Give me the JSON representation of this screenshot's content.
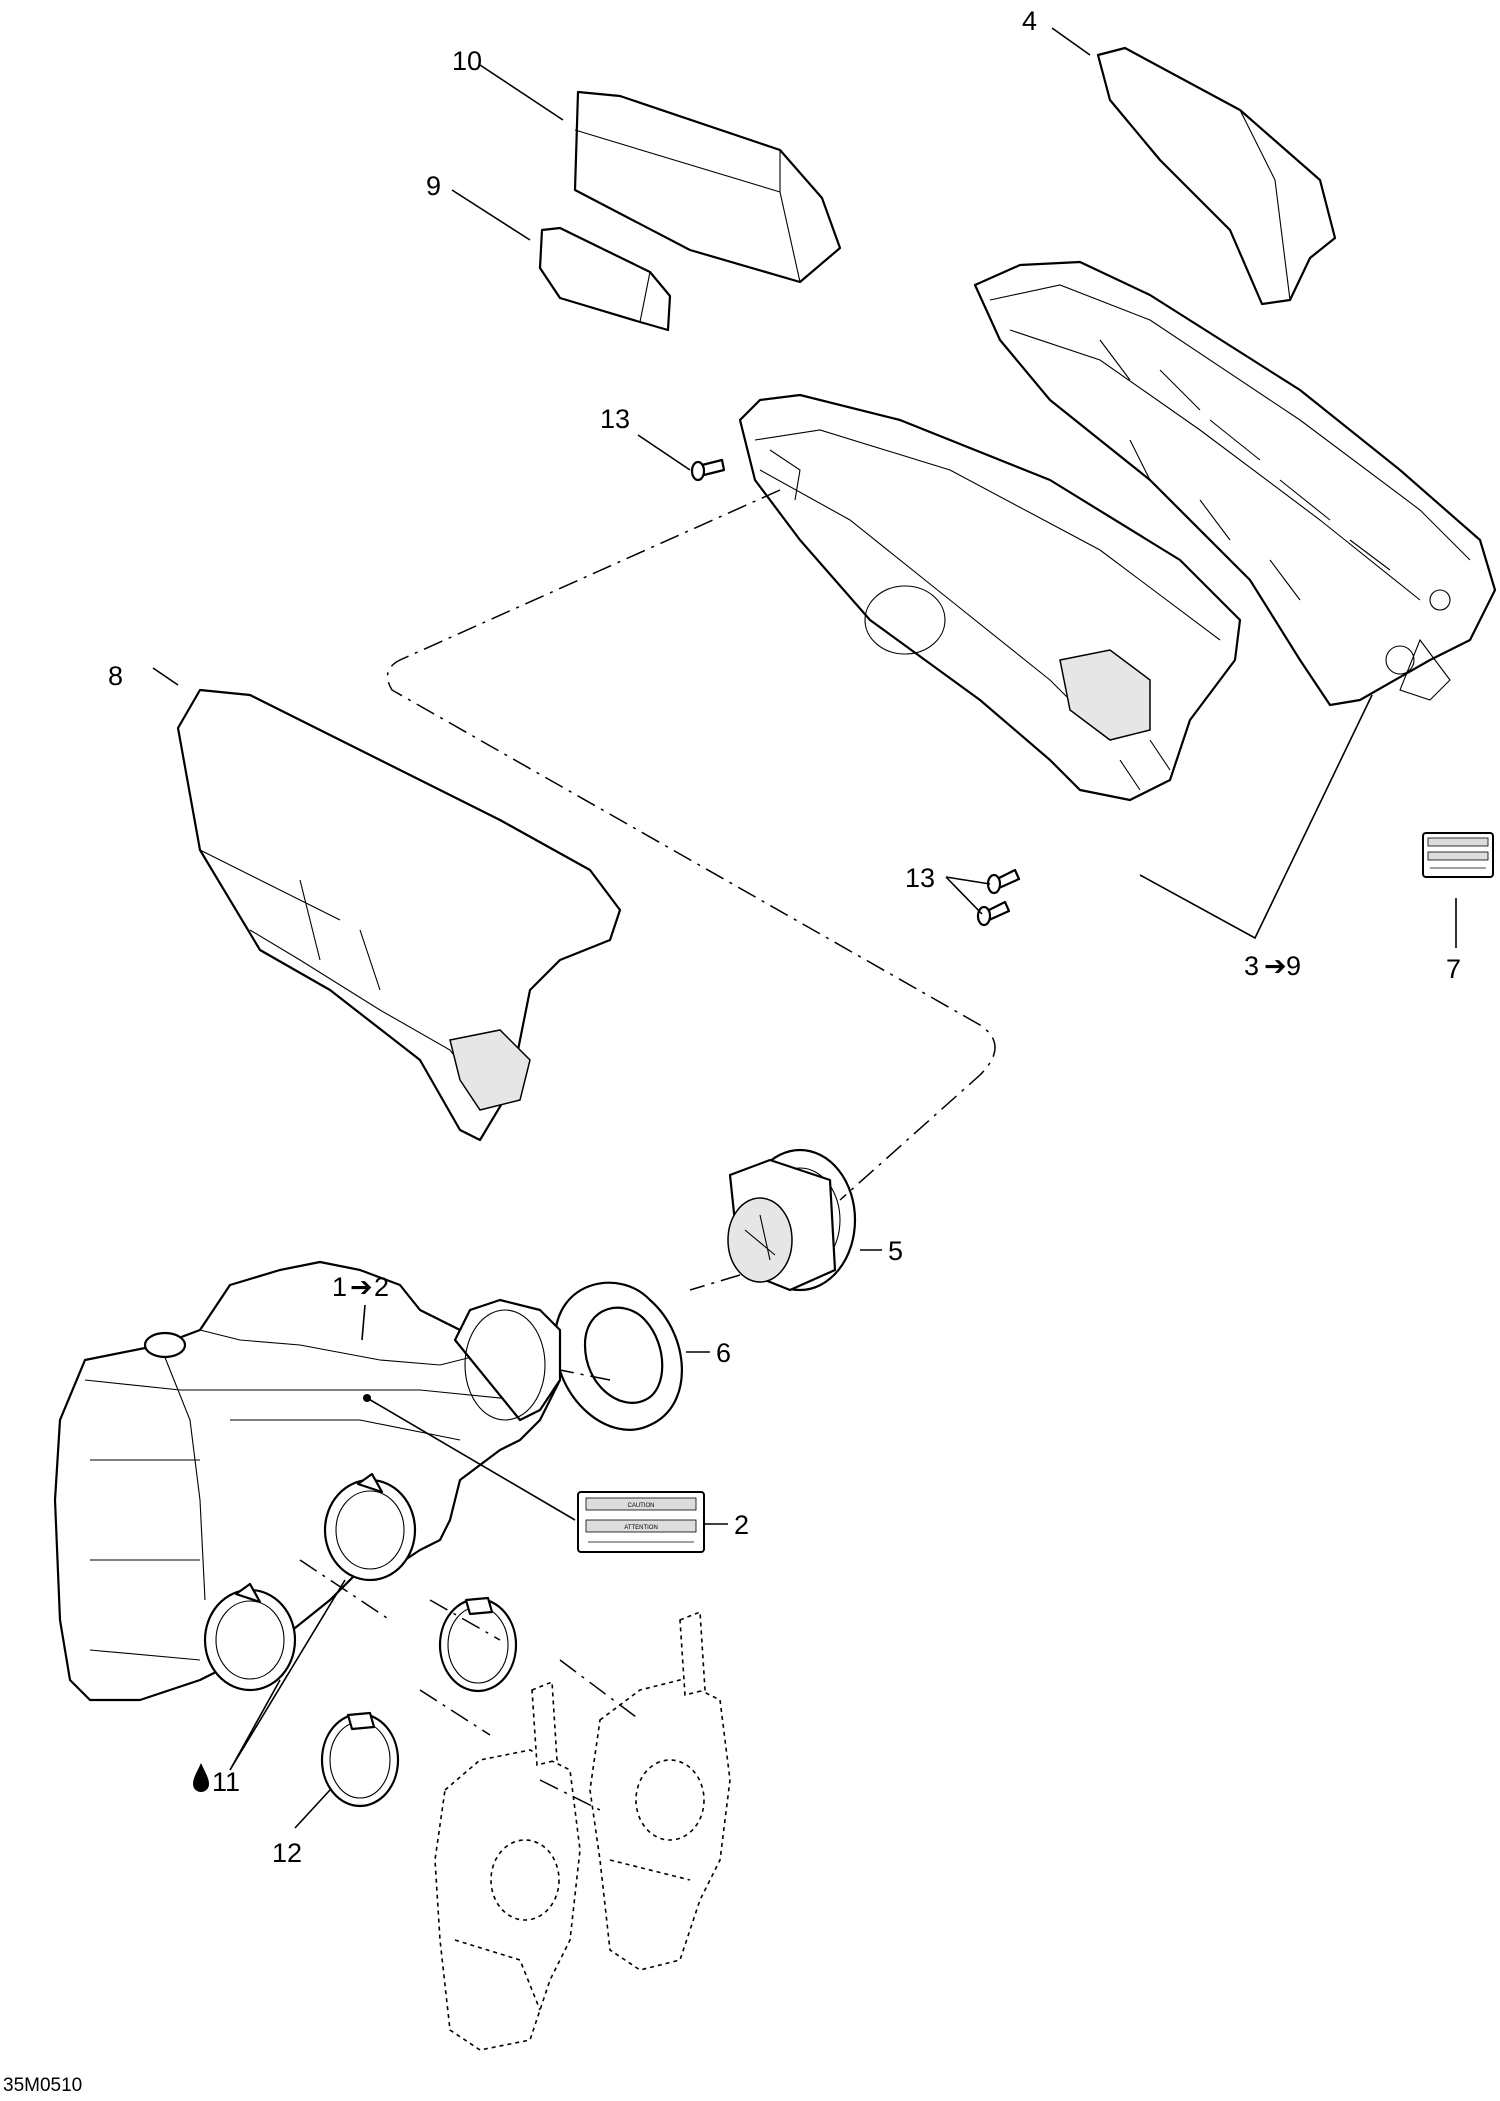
{
  "diagram_code": "35M0510",
  "callouts": {
    "c1": "1",
    "c1_range": "2",
    "c2": "2",
    "c3": "3",
    "c3_range": "9",
    "c4": "4",
    "c5": "5",
    "c6": "6",
    "c7": "7",
    "c8": "8",
    "c9": "9",
    "c10": "10",
    "c11": "11",
    "c12": "12",
    "c13_upper": "13",
    "c13_lower": "13"
  },
  "symbols": {
    "range_arrow": "➔",
    "lubricant_icon": "oil-drop-icon"
  },
  "labels": {
    "caution_top": "CAUTION",
    "caution_bottom": "ATTENTION"
  }
}
